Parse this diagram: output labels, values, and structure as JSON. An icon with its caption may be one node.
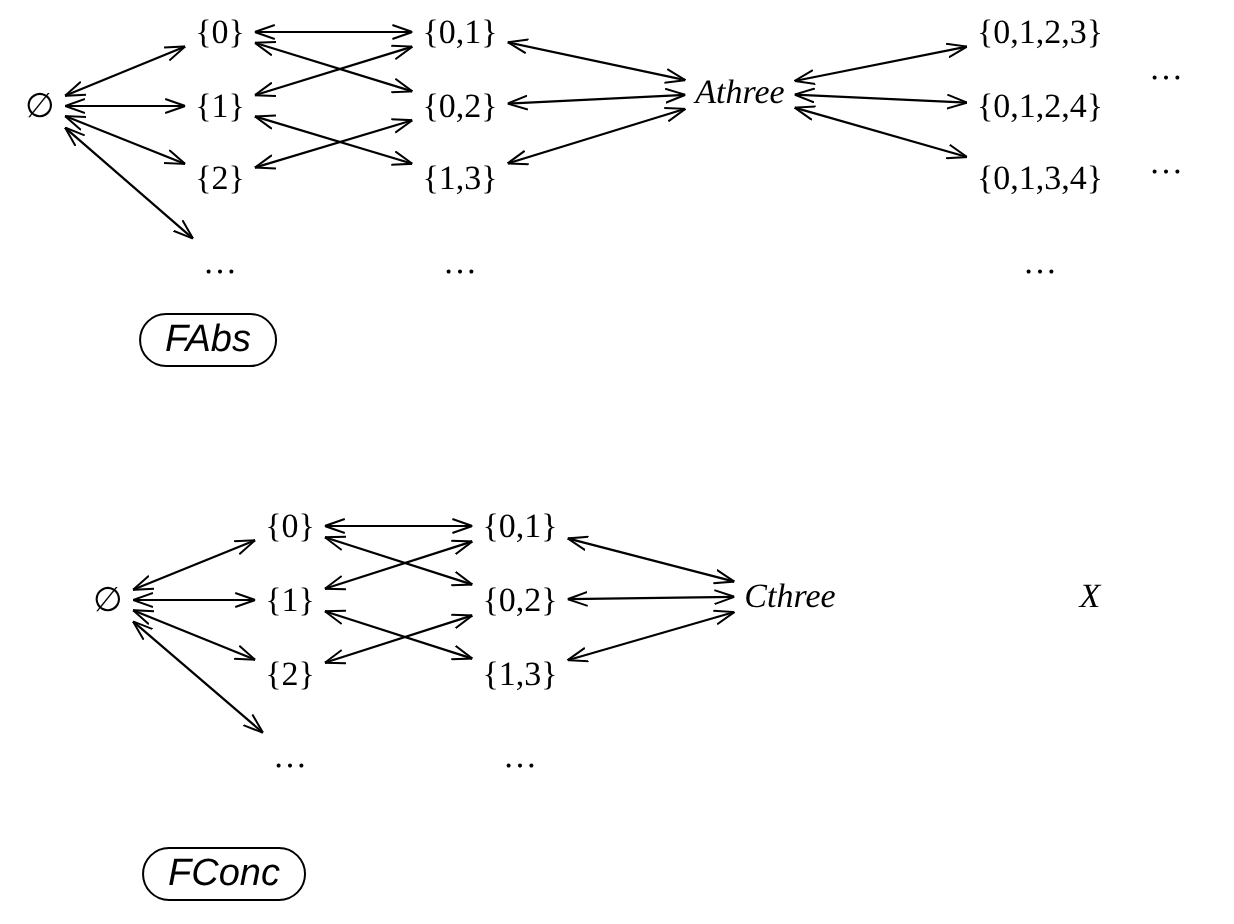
{
  "diagram": {
    "nodes": [
      {
        "text": [
          "∅"
        ]
      },
      {
        "text": [
          "{0}"
        ]
      },
      {
        "text": [
          "{1}"
        ]
      },
      {
        "text": [
          "{2}"
        ]
      },
      {
        "text": [
          "…"
        ]
      },
      {
        "text": [
          "{0,1}"
        ]
      },
      {
        "text": [
          "{0,2}"
        ]
      },
      {
        "text": [
          "{1,3}"
        ]
      },
      {
        "text": [
          "Athree"
        ]
      },
      {
        "text": [
          "{0,1,2,3}"
        ]
      },
      {
        "text": [
          "{0,1,2,4}"
        ]
      },
      {
        "text": [
          "{0,1,3,4}"
        ]
      },
      {
        "text": [
          "FAbs"
        ]
      },
      {
        "text": [
          "∅"
        ]
      },
      {
        "text": [
          "{0}"
        ]
      },
      {
        "text": [
          "{1}"
        ]
      },
      {
        "text": [
          "{2}"
        ]
      },
      {
        "text": [
          "…"
        ]
      },
      {
        "text": [
          "{0,1}"
        ]
      },
      {
        "text": [
          "{0,2}"
        ]
      },
      {
        "text": [
          "{1,3}"
        ]
      },
      {
        "text": [
          "Cthree"
        ]
      },
      {
        "text": [
          "FConc"
        ]
      }
    ],
    "edges": [
      {
        "from": 0,
        "to": 1,
        "arrow": "both"
      },
      {
        "from": 0,
        "to": 2,
        "arrow": "both"
      },
      {
        "from": 0,
        "to": 3,
        "arrow": "both"
      },
      {
        "from": 0,
        "to": 4,
        "arrow": "both"
      },
      {
        "from": 1,
        "to": 5,
        "arrow": "both"
      },
      {
        "from": 1,
        "to": 6,
        "arrow": "both"
      },
      {
        "from": 2,
        "to": 5,
        "arrow": "both"
      },
      {
        "from": 2,
        "to": 7,
        "arrow": "both"
      },
      {
        "from": 3,
        "to": 6,
        "arrow": "both"
      },
      {
        "from": 5,
        "to": 8,
        "arrow": "both"
      },
      {
        "from": 6,
        "to": 8,
        "arrow": "both"
      },
      {
        "from": 7,
        "to": 8,
        "arrow": "both"
      },
      {
        "from": 8,
        "to": 9,
        "arrow": "both"
      },
      {
        "from": 8,
        "to": 10,
        "arrow": "both"
      },
      {
        "from": 8,
        "to": 11,
        "arrow": "both"
      },
      {
        "from": 13,
        "to": 14,
        "arrow": "both"
      },
      {
        "from": 13,
        "to": 15,
        "arrow": "both"
      },
      {
        "from": 13,
        "to": 16,
        "arrow": "both"
      },
      {
        "from": 13,
        "to": 17,
        "arrow": "both"
      },
      {
        "from": 14,
        "to": 18,
        "arrow": "both"
      },
      {
        "from": 14,
        "to": 19,
        "arrow": "both"
      },
      {
        "from": 15,
        "to": 18,
        "arrow": "both"
      },
      {
        "from": 15,
        "to": 20,
        "arrow": "both"
      },
      {
        "from": 16,
        "to": 19,
        "arrow": "both"
      },
      {
        "from": 18,
        "to": 21,
        "arrow": "both"
      },
      {
        "from": 19,
        "to": 21,
        "arrow": "both"
      },
      {
        "from": 20,
        "to": 21,
        "arrow": "both"
      }
    ],
    "labels": [
      "…",
      "…",
      "…",
      "…",
      "…",
      "X"
    ]
  }
}
